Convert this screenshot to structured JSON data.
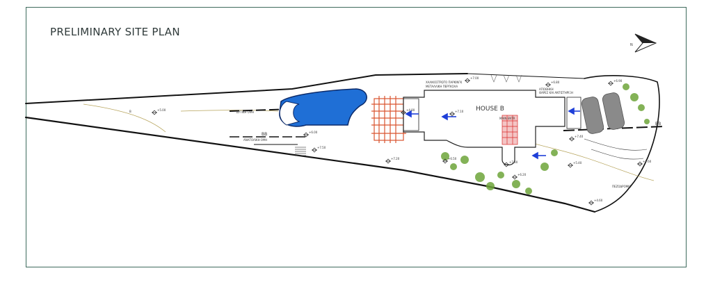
{
  "title": "PRELIMINARY SITE PLAN",
  "north_label": "N",
  "house_label": "HOUSE B",
  "label_parking_note": "ΧΑΛΙΚΟΣΤΡΩΤΟ ΠΑΡΚΙΝΓΚ",
  "label_parking_sub": "ΜΕΤΑΛΛΙΚΗ ΠΕΡΓΚΟΛΑ",
  "label_pool_west": "ΔΥΤΙΚΗ ΟΨΗ",
  "label_pool_east": "ΑΝΑΤΟΛΙΚΗ ΟΨΗ",
  "label_road": "ΠΕΖΟΔΡΟΜΙΟ",
  "label_bb_1": "BB",
  "label_bb_2": "BB",
  "label_main_entr": "MAIN ENTR",
  "label_section": "B",
  "label_service": "ΑΠΟΘΗΚΗ",
  "label_tiny_1": "ΘΑΡΕΣ ΚΑΙ ΑΝΤΙΣΤΗΡΙΞΗ",
  "level_values": [
    "+5.00",
    "+6.00",
    "+7.00",
    "+7.50",
    "+7.20",
    "+6.80",
    "+4.80",
    "+7.10",
    "+6.50",
    "+7.30",
    "+7.40",
    "+6.90",
    "+5.40",
    "+6.20",
    "+4.60",
    "+7.60"
  ],
  "colors": {
    "frame": "#3d6a5c",
    "pool": "#1f6fd6",
    "pergola": "#d9532e",
    "garden": "#6ea53a",
    "parking": "#7b7b7b",
    "arrow": "#1e3fd8"
  }
}
